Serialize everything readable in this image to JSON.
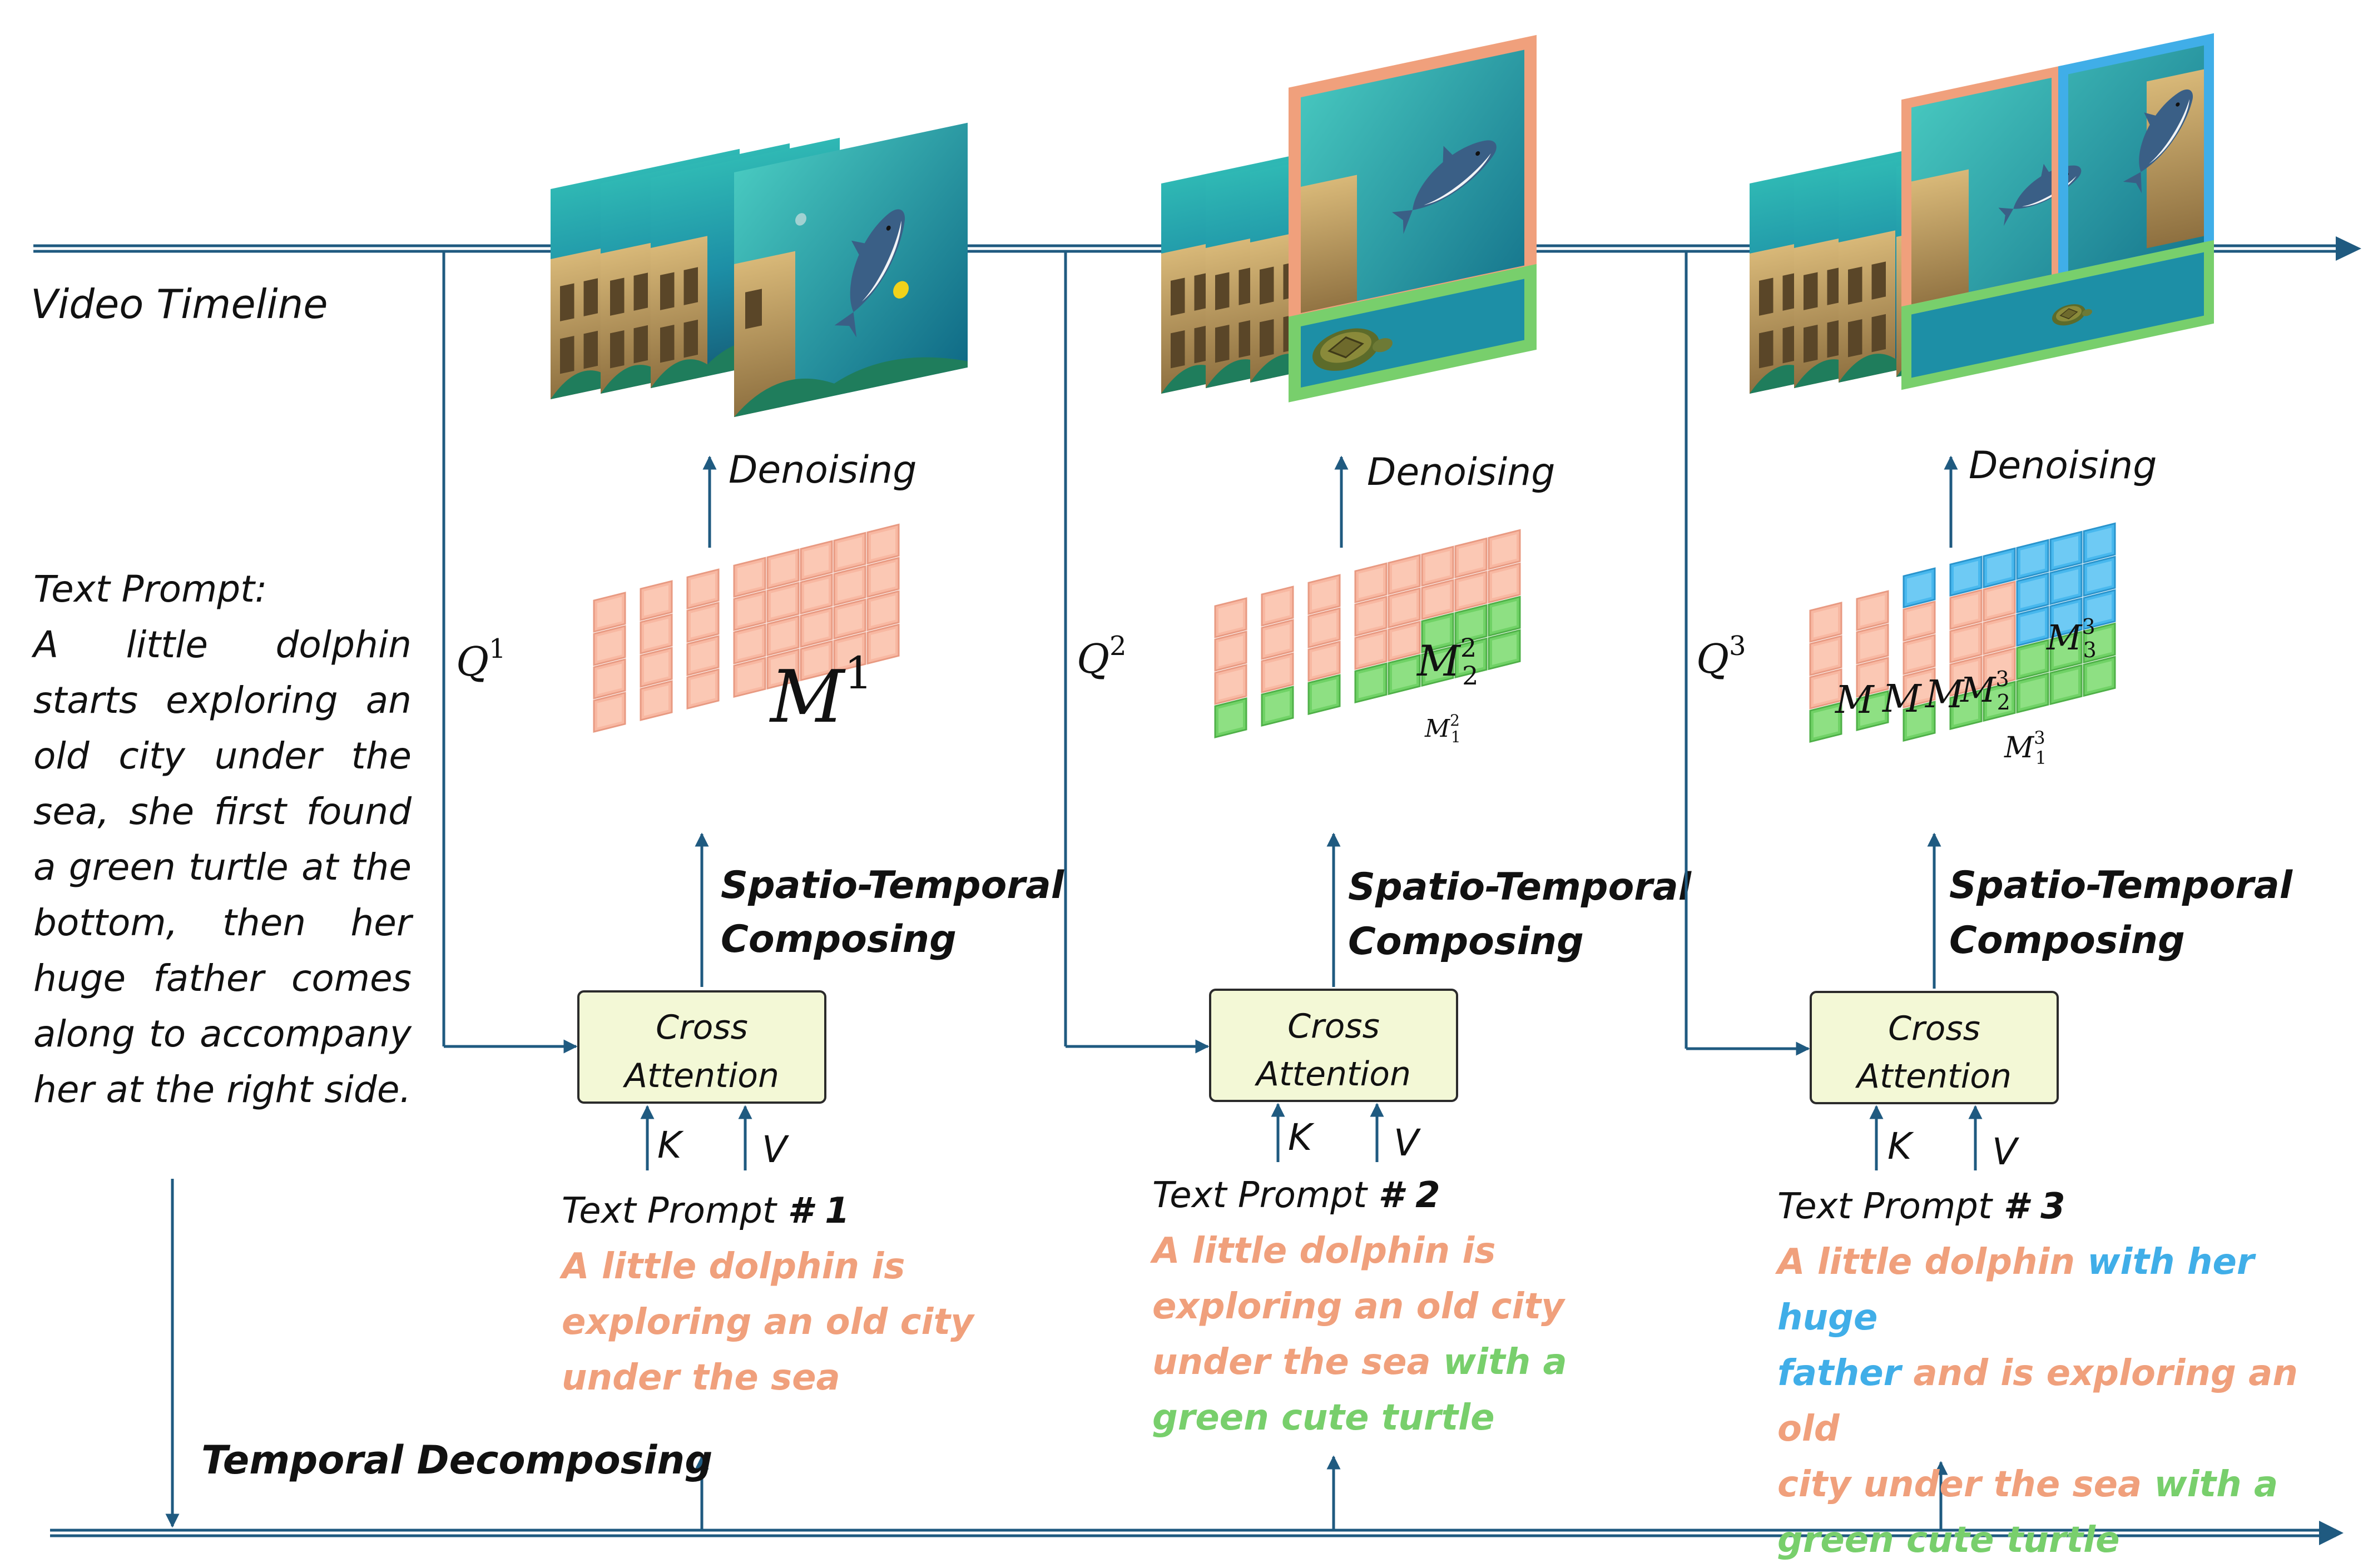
{
  "timeline": {
    "label": "Video Timeline"
  },
  "story": {
    "heading": "Text Prompt:",
    "body": "A little dolphin starts exploring an old city under the sea, she first found a green turtle at the bottom, then her huge father comes along to accompany her at the right side."
  },
  "bottom": {
    "label": "Temporal Decomposing"
  },
  "colors": {
    "orange": "#f0a07c",
    "green": "#78cf6c",
    "blue": "#40aee8",
    "line": "#1f5a80",
    "box": "#f3f8d6"
  },
  "stages": [
    {
      "q_base": "Q",
      "q_sup": "1",
      "denoising": "Denoising",
      "composing_1": "Spatio-Temporal",
      "composing_2": "Composing",
      "cross_1": "Cross",
      "cross_2": "Attention",
      "k": "K",
      "v": "V",
      "prompt_title": "Text Prompt ",
      "prompt_num": "# 1",
      "prompt_lines": [
        "A little dolphin is",
        "exploring an old city",
        "under the sea"
      ],
      "mask_main": "M",
      "mask_main_sup": "1"
    },
    {
      "q_base": "Q",
      "q_sup": "2",
      "denoising": "Denoising",
      "composing_1": "Spatio-Temporal",
      "composing_2": "Composing",
      "cross_1": "Cross",
      "cross_2": "Attention",
      "k": "K",
      "v": "V",
      "prompt_title": "Text Prompt ",
      "prompt_num": "# 2",
      "prompt_lines": [
        "A little dolphin is",
        "exploring an old city",
        "under the sea",
        "with a",
        "green cute turtle"
      ],
      "mask_a": "M",
      "mask_a_sub": "2",
      "mask_a_sup": "2",
      "mask_b": "M",
      "mask_b_sub": "1",
      "mask_b_sup": "2"
    },
    {
      "q_base": "Q",
      "q_sup": "3",
      "denoising": "Denoising",
      "composing_1": "Spatio-Temporal",
      "composing_2": "Composing",
      "cross_1": "Cross",
      "cross_2": "Attention",
      "k": "K",
      "v": "V",
      "prompt_title": "Text Prompt ",
      "prompt_num": "# 3",
      "prompt_lines": [
        "A little dolphin",
        "with her huge",
        "father",
        "and is exploring an old",
        "city under the sea",
        "with a",
        "green cute turtle"
      ],
      "mask_a": "M",
      "mask_a_sub": "2",
      "mask_a_sup": "3",
      "mask_b": "M",
      "mask_b_sub": "1",
      "mask_b_sup": "3",
      "mask_c": "M",
      "mask_c_sub": "3",
      "mask_c_sup": "3",
      "mask_partial": "M"
    }
  ]
}
